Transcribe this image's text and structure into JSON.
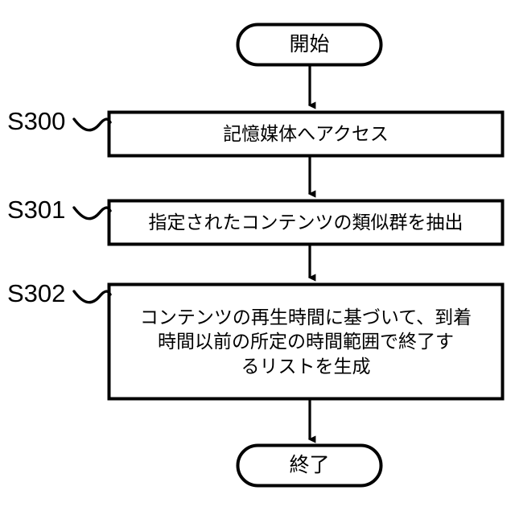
{
  "diagram": {
    "type": "flowchart",
    "orientation": "vertical",
    "nodes": [
      {
        "id": "start",
        "shape": "terminator",
        "label": "開始",
        "step_id": ""
      },
      {
        "id": "s300",
        "shape": "process",
        "label": "記憶媒体へアクセス",
        "step_id": "S300"
      },
      {
        "id": "s301",
        "shape": "process",
        "label": "指定されたコンテンツの類似群を抽出",
        "step_id": "S301"
      },
      {
        "id": "s302",
        "shape": "process",
        "label": "コンテンツの再生時間に基づいて、到着\n時間以前の所定の時間範囲で終了す\nるリストを生成",
        "step_id": "S302"
      },
      {
        "id": "end",
        "shape": "terminator",
        "label": "終了",
        "step_id": ""
      }
    ],
    "edges": [
      {
        "from": "start",
        "to": "s300",
        "arrow": "down"
      },
      {
        "from": "s300",
        "to": "s301",
        "arrow": "down"
      },
      {
        "from": "s301",
        "to": "s302",
        "arrow": "down"
      },
      {
        "from": "s302",
        "to": "end",
        "arrow": "down"
      }
    ],
    "colors": {
      "stroke": "#000000",
      "fill": "#ffffff",
      "text": "#000000",
      "background": "#ffffff"
    }
  }
}
